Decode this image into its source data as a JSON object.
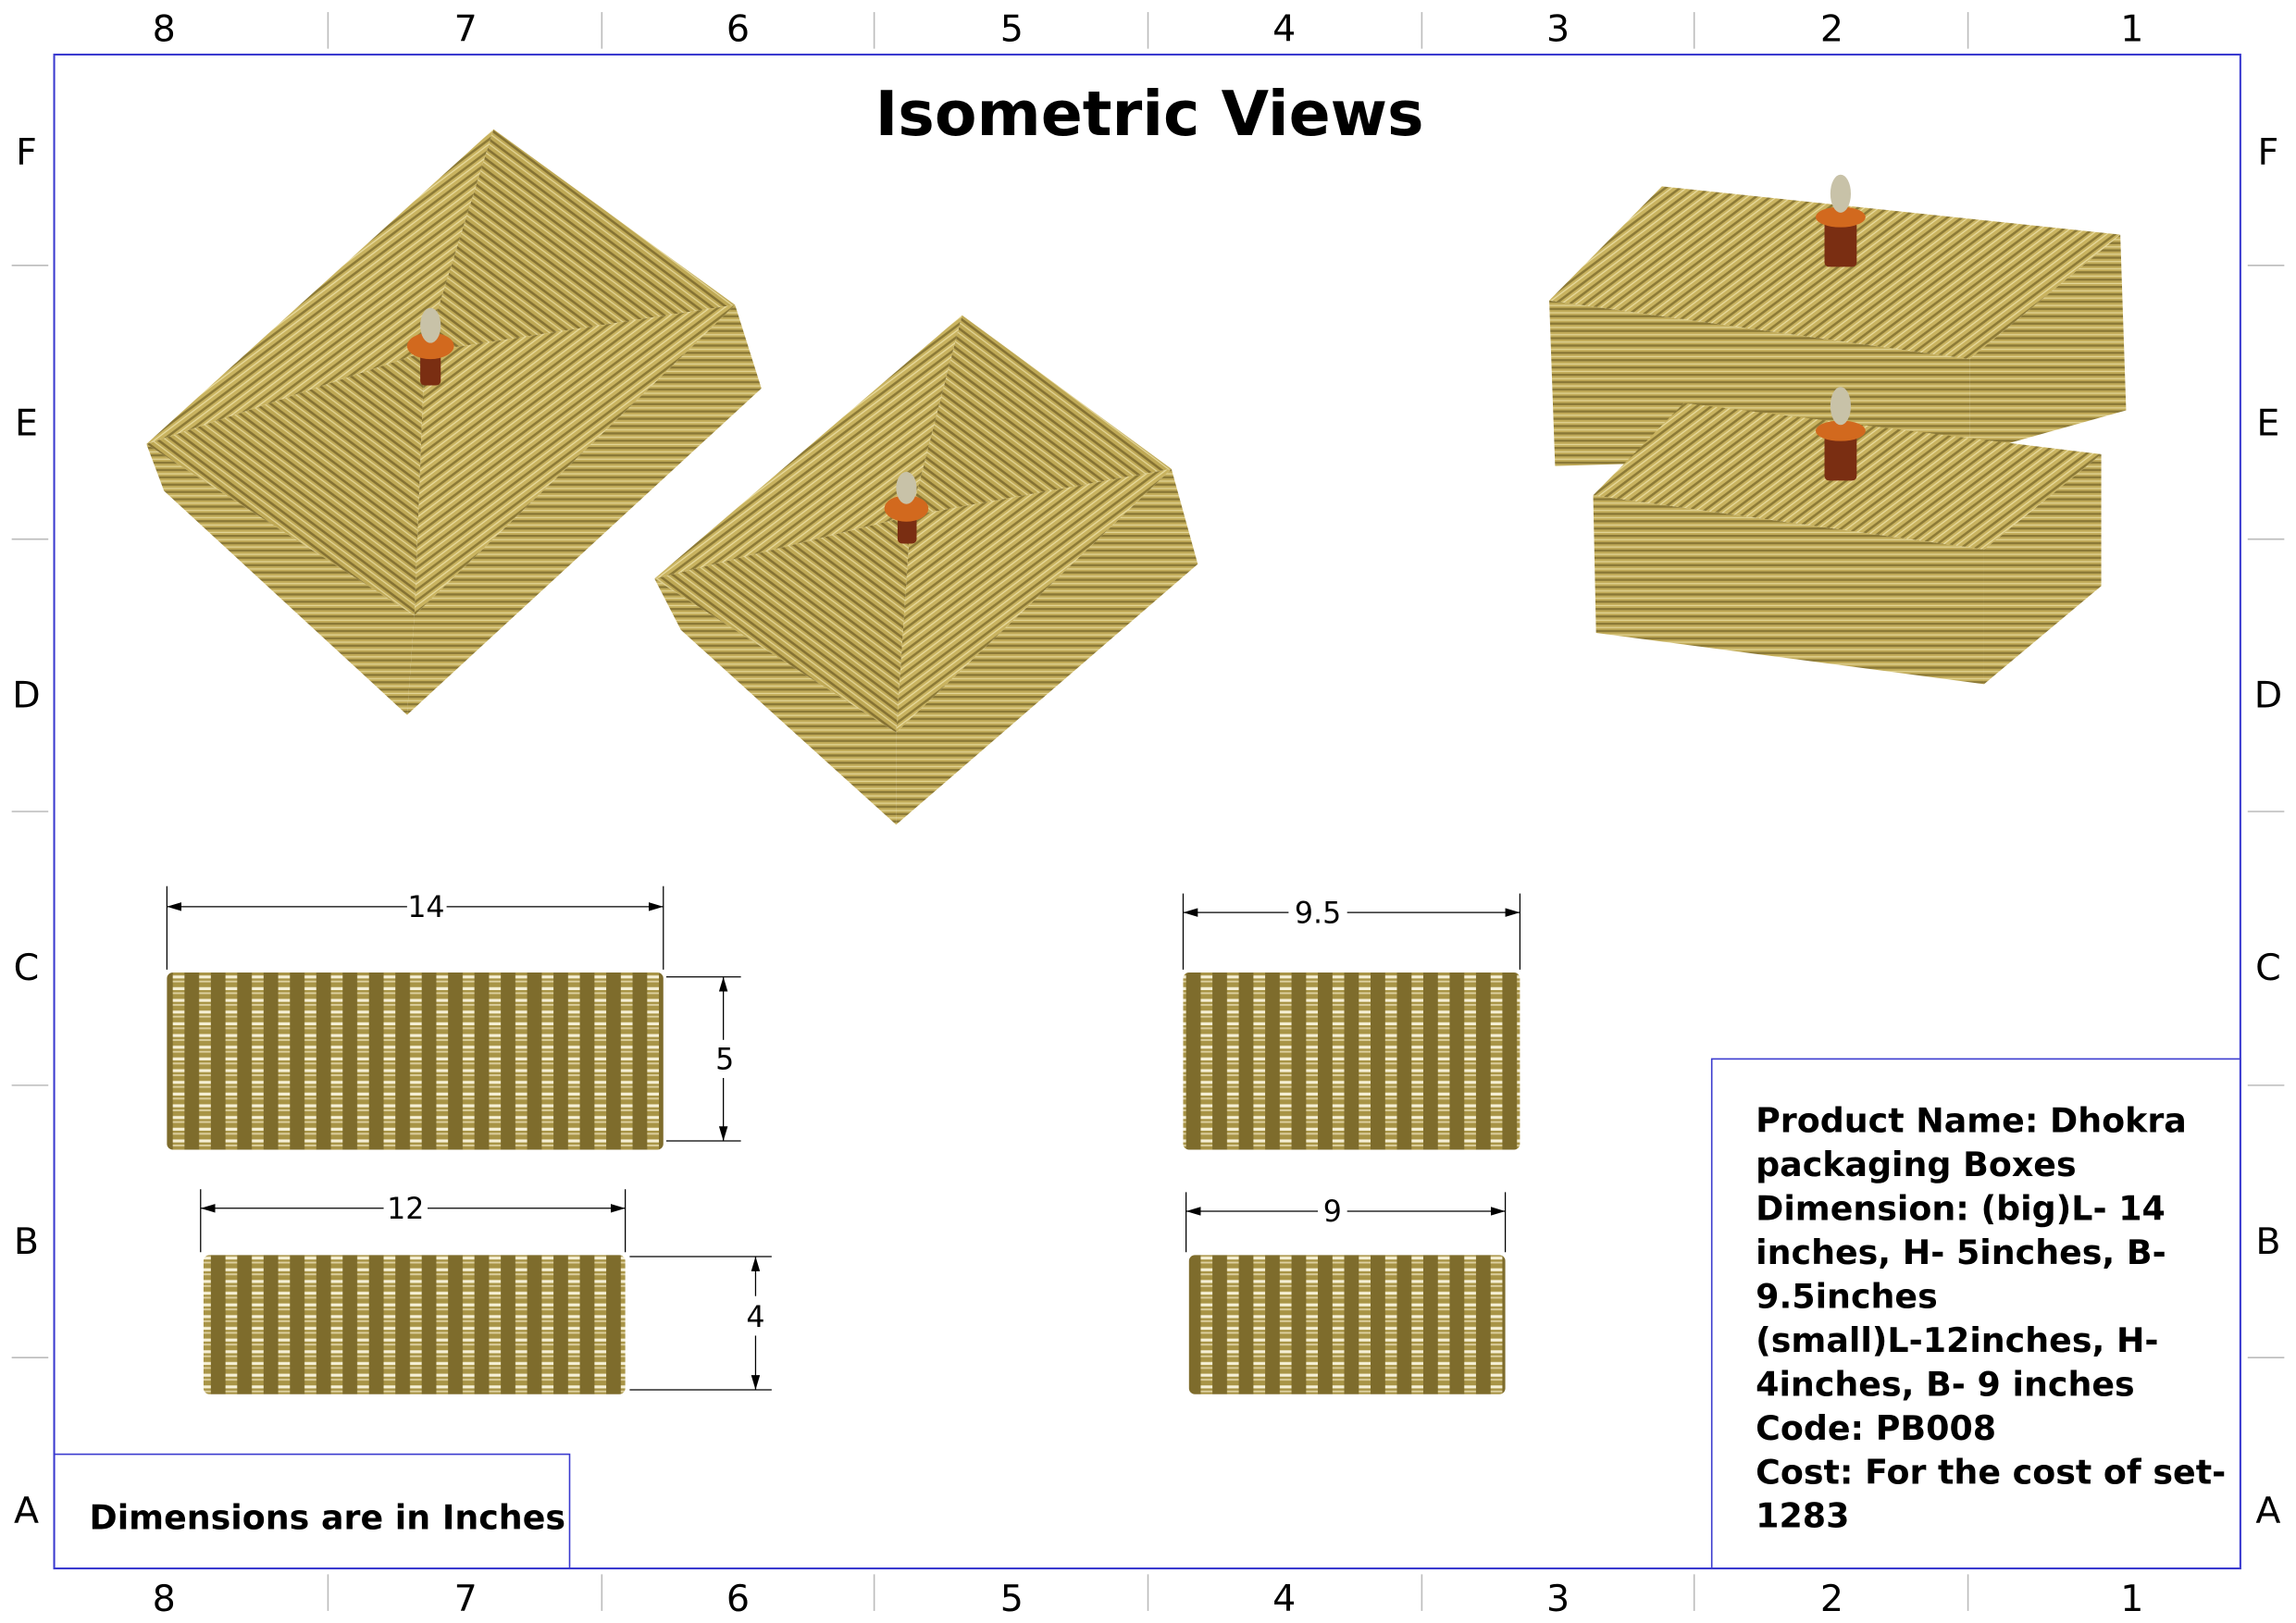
{
  "sheet": {
    "title": "Isometric Views",
    "columns": [
      "8",
      "7",
      "6",
      "5",
      "4",
      "3",
      "2",
      "1"
    ],
    "rows": [
      "F",
      "E",
      "D",
      "C",
      "B",
      "A"
    ],
    "frame_color": "#3a3acf"
  },
  "dimensions": {
    "big_length": "14",
    "big_height": "5",
    "big_breadth": "9.5",
    "small_length": "12",
    "small_height": "4",
    "small_breadth": "9"
  },
  "units_note": "Dimensions are in Inches",
  "product_notes": {
    "lines": [
      "Product Name: Dhokra",
      "packaging Boxes",
      "Dimension: (big)L- 14",
      "inches, H- 5inches, B-",
      "9.5inches",
      "(small)L-12inches, H-",
      "4inches, B- 9 inches",
      "Code: PB008",
      "Cost:  For the cost of set-",
      "1283"
    ]
  },
  "colors": {
    "straw": "#c9b35f",
    "straw_dark": "#8c7a37",
    "knob": "#d2691e",
    "knob_base": "#7a2e12"
  }
}
